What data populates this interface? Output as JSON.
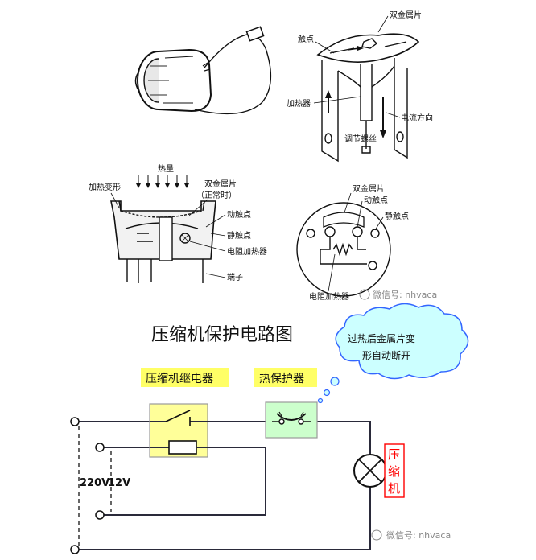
{
  "top_left_figure": {},
  "top_right_figure": {
    "bimetal": "双金属片",
    "contact": "触点",
    "heater": "加热器",
    "current_dir": "电流方向",
    "adjust_screw": "调节螺丝"
  },
  "mid_left_figure": {
    "heat": "热量",
    "heat_deform": "加热变形",
    "bimetal": "双金属片",
    "normal": "（正常时）",
    "moving_contact": "动触点",
    "static_contact": "静触点",
    "resistor_heater": "电阻加热器",
    "terminal": "端子"
  },
  "mid_right_figure": {
    "bimetal": "双金属片",
    "moving_contact": "动触点",
    "static_contact": "静触点",
    "resistor_heater": "电阻加热器"
  },
  "watermark_1": "微信号: nhvaca",
  "watermark_2": "微信号: nhvaca",
  "circuit": {
    "title": "压缩机保护电路图",
    "cloud_text_1": "过热后金属片变",
    "cloud_text_2": "形自动断开",
    "relay_label": "压缩机继电器",
    "protector_label": "热保护器",
    "voltage": "220V",
    "voltage_low": "12V",
    "compressor_label": "压缩机",
    "relay_label_bg": "#ffff66",
    "protector_label_bg": "#ffff66",
    "relay_box_fill": "#ffff99",
    "protector_box_fill": "#ccffcc",
    "compressor_color": "#ff0000",
    "cloud_fill": "#ccffff",
    "cloud_stroke": "#3366ff"
  }
}
